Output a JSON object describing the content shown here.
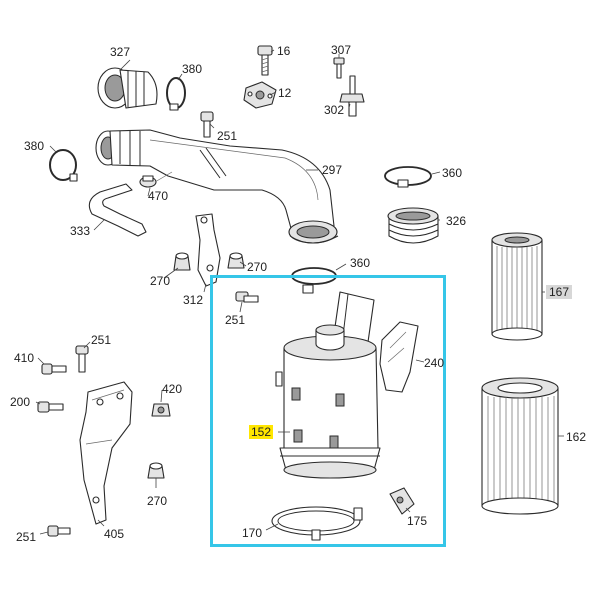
{
  "parts": {
    "p327": "327",
    "p380a": "380",
    "p16": "16",
    "p12": "12",
    "p307": "307",
    "p302": "302",
    "p251a": "251",
    "p380b": "380",
    "p297": "297",
    "p360a": "360",
    "p470": "470",
    "p326": "326",
    "p333": "333",
    "p270a": "270",
    "p270b": "270",
    "p360b": "360",
    "p312": "312",
    "p251b": "251",
    "p167": "167",
    "p410": "410",
    "p251c": "251",
    "p240": "240",
    "p420": "420",
    "p200": "200",
    "p152": "152",
    "p162": "162",
    "p270c": "270",
    "p251d": "251",
    "p405": "405",
    "p170": "170",
    "p175": "175"
  },
  "colors": {
    "selection_frame": "#35c6e8",
    "highlight_selected": "#ffe600",
    "highlight_secondary": "#d7d7d7"
  }
}
